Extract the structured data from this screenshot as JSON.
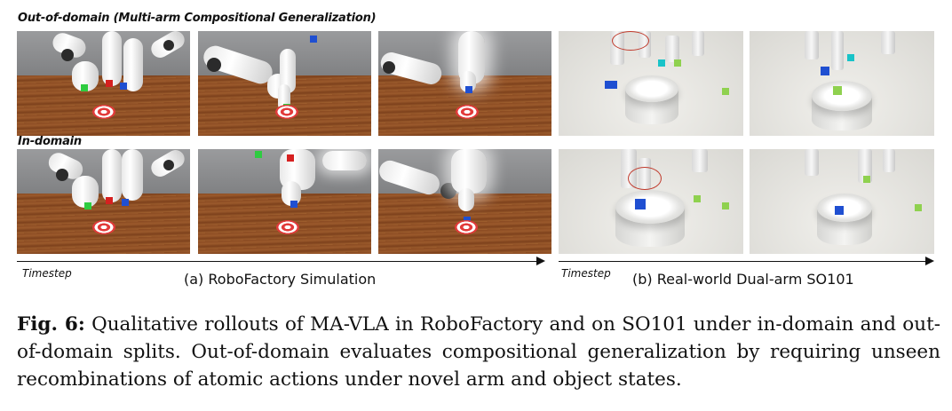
{
  "rows": {
    "top_label": "Out-of-domain (Multi-arm Compositional Generalization)",
    "bottom_label": "In-domain"
  },
  "panels": [
    {
      "group": "simulation",
      "row": "out-of-domain",
      "step": 1
    },
    {
      "group": "simulation",
      "row": "out-of-domain",
      "step": 2
    },
    {
      "group": "simulation",
      "row": "out-of-domain",
      "step": 3
    },
    {
      "group": "real-world",
      "row": "out-of-domain",
      "step": 1
    },
    {
      "group": "real-world",
      "row": "out-of-domain",
      "step": 2
    },
    {
      "group": "simulation",
      "row": "in-domain",
      "step": 1
    },
    {
      "group": "simulation",
      "row": "in-domain",
      "step": 2
    },
    {
      "group": "simulation",
      "row": "in-domain",
      "step": 3
    },
    {
      "group": "real-world",
      "row": "in-domain",
      "step": 1
    },
    {
      "group": "real-world",
      "row": "in-domain",
      "step": 2
    }
  ],
  "axes": {
    "left_timestep": "Timestep",
    "left_subcaption": "(a) RoboFactory Simulation",
    "right_timestep": "Timestep",
    "right_subcaption": "(b) Real-world Dual-arm SO101"
  },
  "caption": {
    "label": "Fig. 6:",
    "text": "Qualitative rollouts of MA-VLA in RoboFactory and on SO101 under in-domain and out-of-domain splits. Out-of-domain evaluates compositional generalization by requiring unseen recombinations of atomic actions under novel arm and object states."
  },
  "colors": {
    "target_red": "#e23a3a",
    "cube_green": "#2ecc40",
    "cube_blue": "#1f4fd1",
    "cube_red": "#d62020",
    "cube_cyan": "#19c3c8",
    "cube_lime": "#8fd14f"
  }
}
